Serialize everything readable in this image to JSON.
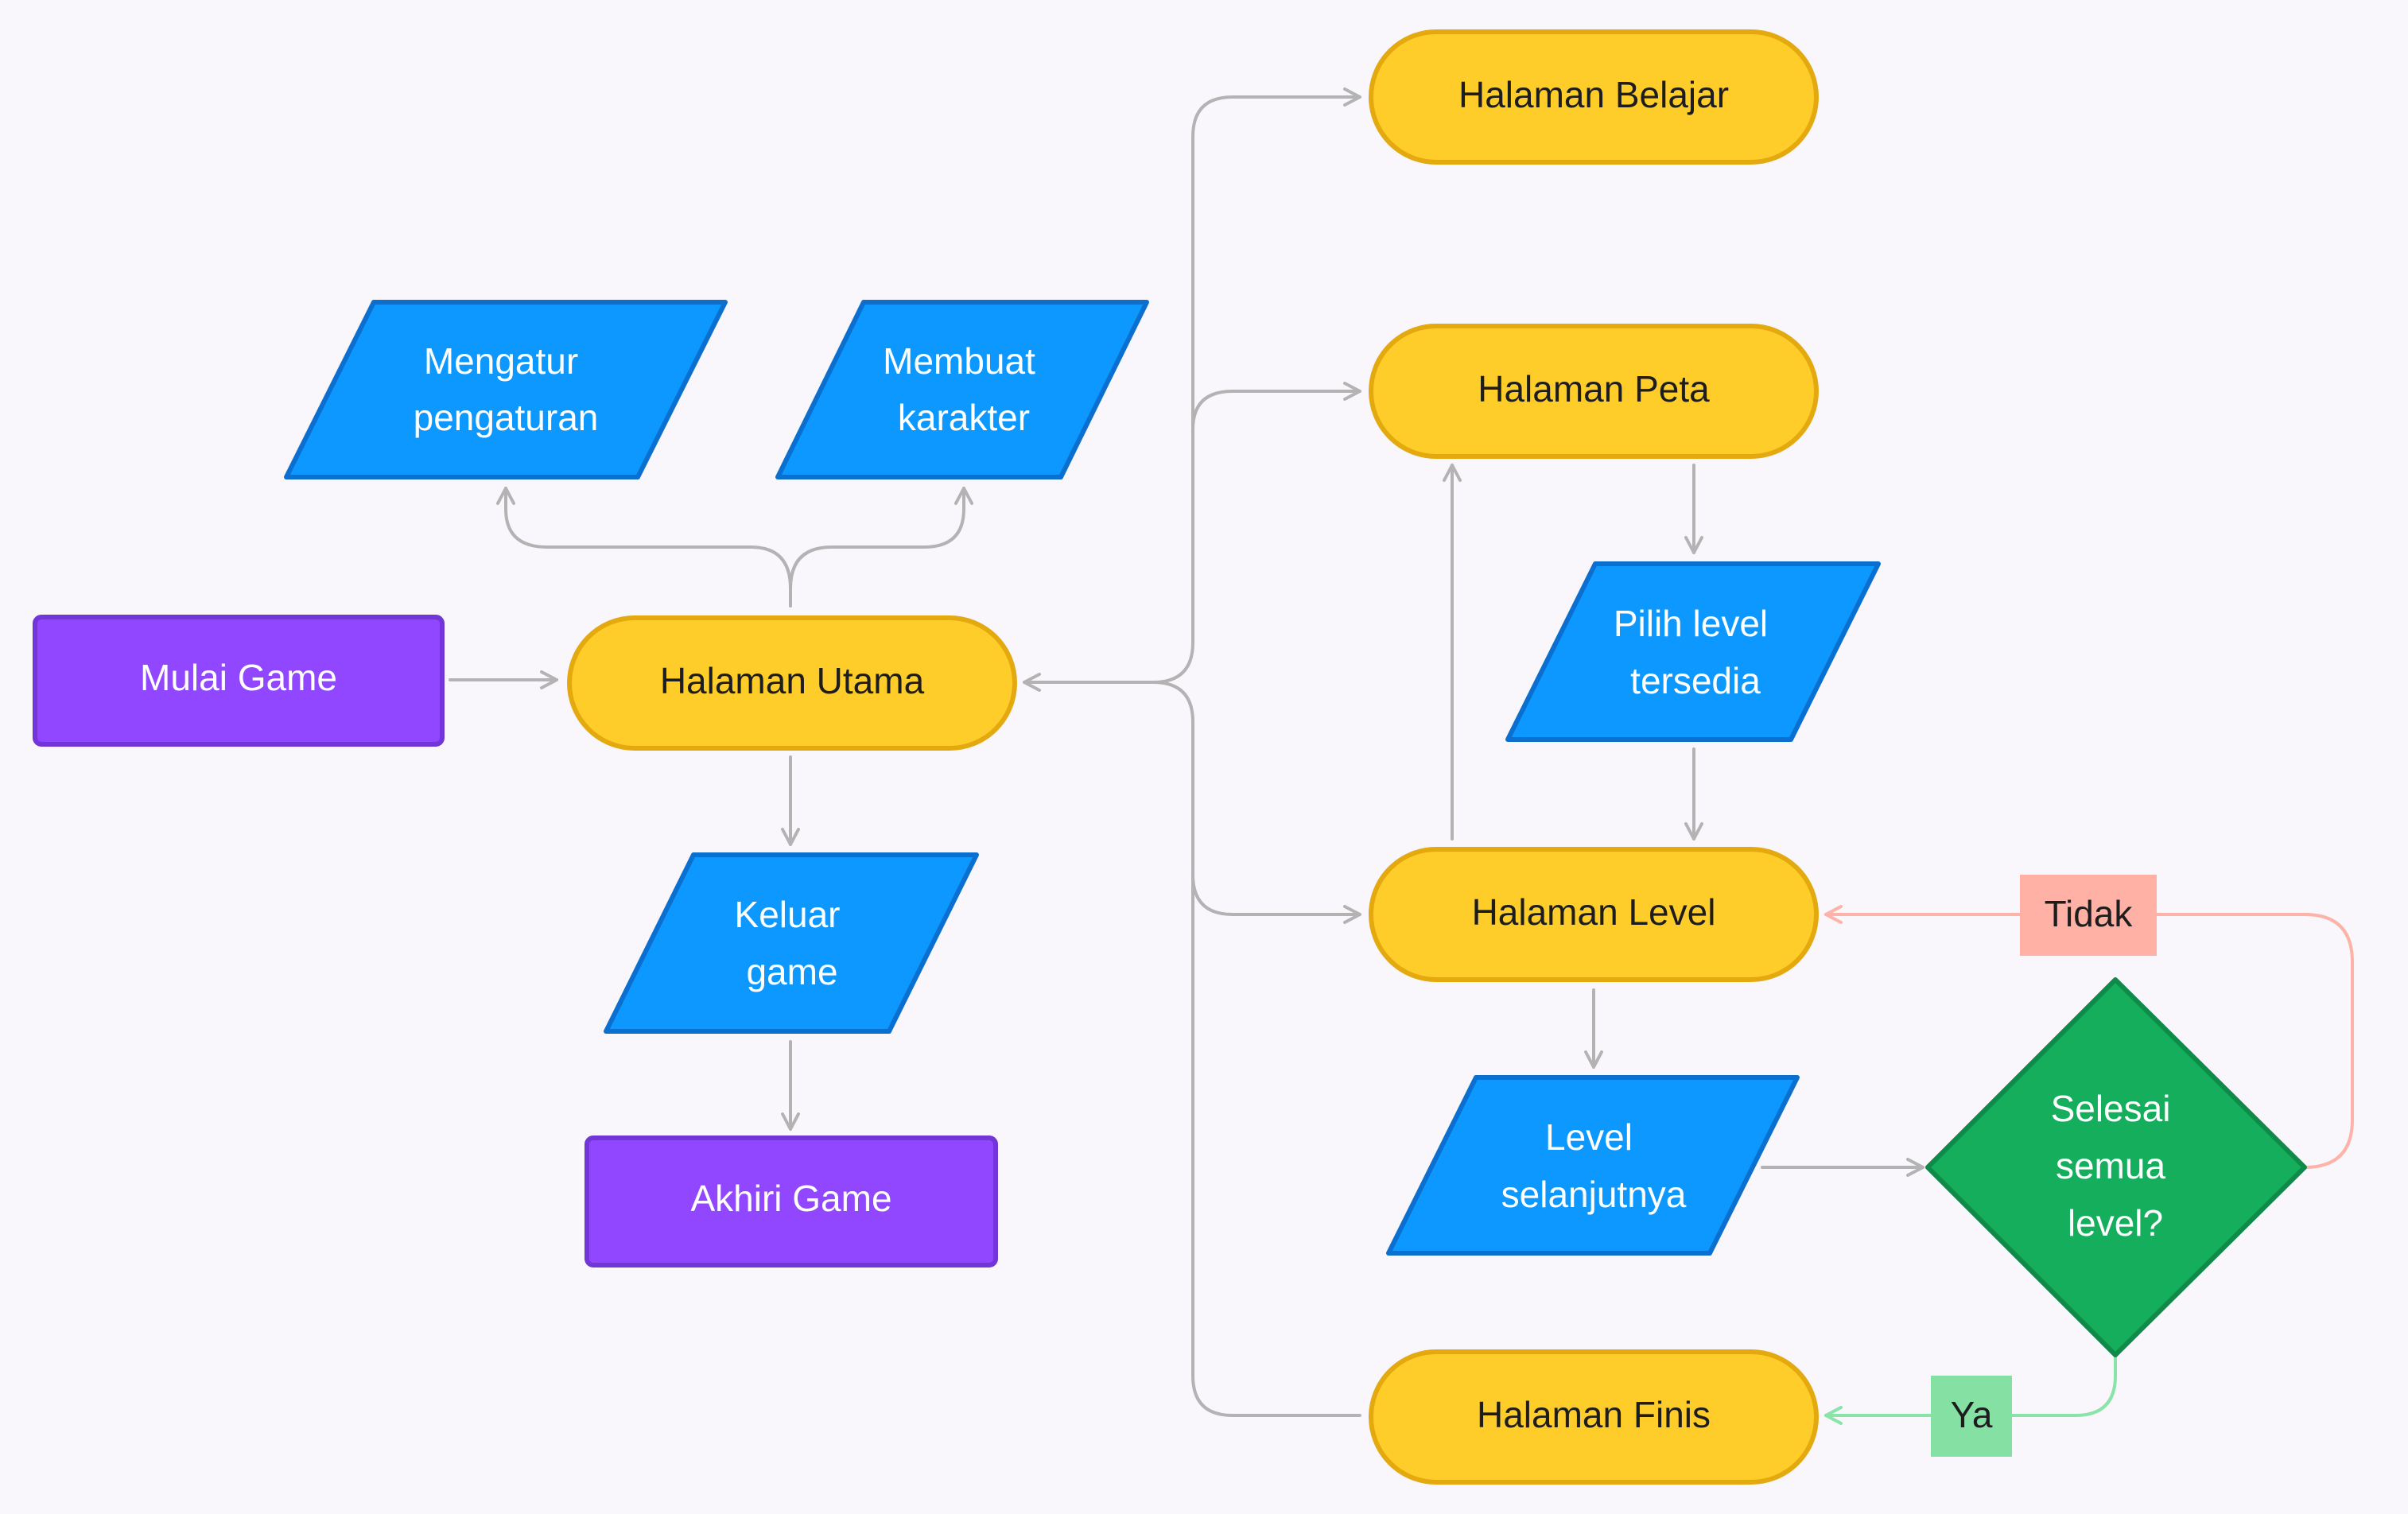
{
  "colors": {
    "purple": "#9146ff",
    "purple_border": "#7236d6",
    "blue": "#0d98ff",
    "blue_border": "#0b6fd0",
    "yellow": "#ffcd29",
    "yellow_border": "#e3a90e",
    "green": "#14ae5c",
    "green_border": "#0f8a48",
    "connector": "#b3b3b3",
    "no_line": "#fdb3a7",
    "no_label_bg": "#ffb1a5",
    "yes_line": "#8ae3a8",
    "yes_label_bg": "#85e0a3"
  },
  "nodes": {
    "mulai_game": {
      "lines": [
        "Mulai Game"
      ]
    },
    "akhiri_game": {
      "lines": [
        "Akhiri Game"
      ]
    },
    "halaman_utama": {
      "lines": [
        "Halaman Utama"
      ]
    },
    "halaman_belajar": {
      "lines": [
        "Halaman Belajar"
      ]
    },
    "halaman_peta": {
      "lines": [
        "Halaman Peta"
      ]
    },
    "halaman_level": {
      "lines": [
        "Halaman Level"
      ]
    },
    "halaman_finis": {
      "lines": [
        "Halaman Finis"
      ]
    },
    "mengatur_pengaturan": {
      "lines": [
        "Mengatur",
        "pengaturan"
      ]
    },
    "membuat_karakter": {
      "lines": [
        "Membuat",
        "karakter"
      ]
    },
    "keluar_game": {
      "lines": [
        "Keluar",
        "game"
      ]
    },
    "pilih_level": {
      "lines": [
        "Pilih level",
        "tersedia"
      ]
    },
    "level_selanjutnya": {
      "lines": [
        "Level",
        "selanjutnya"
      ]
    },
    "selesai_semua_level": {
      "lines": [
        "Selesai",
        "semua",
        "level?"
      ]
    }
  },
  "labels": {
    "no": "Tidak",
    "yes": "Ya"
  }
}
